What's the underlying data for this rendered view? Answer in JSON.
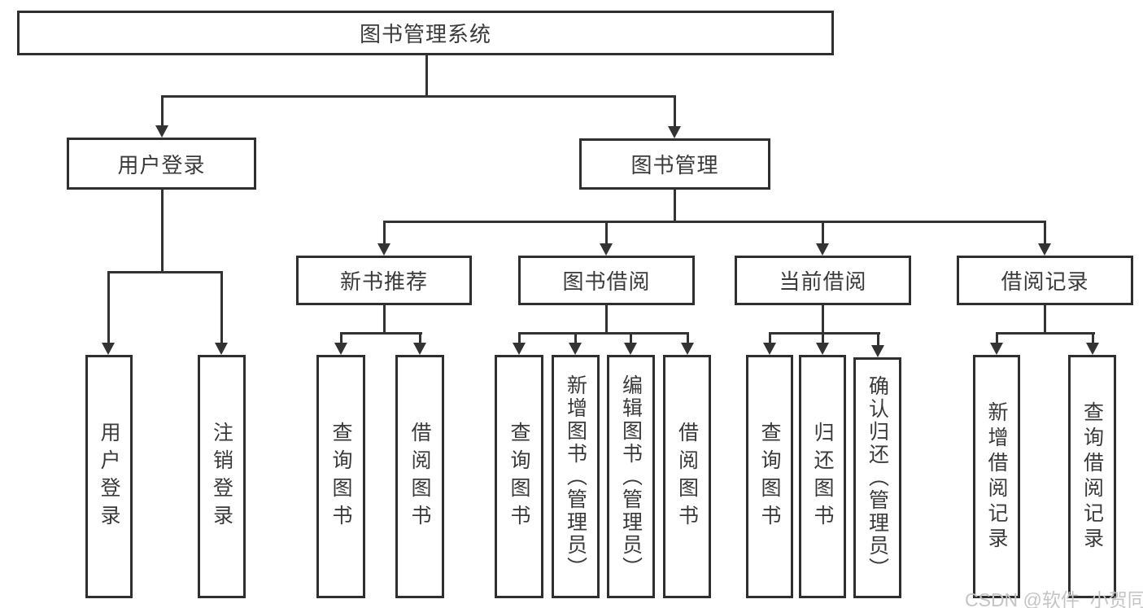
{
  "diagram": {
    "root": {
      "label": "图书管理系统"
    },
    "user_login": {
      "label": "用户登录",
      "children": {
        "login": {
          "label": "用户登录"
        },
        "logout": {
          "label": "注销登录"
        }
      }
    },
    "book_mgmt": {
      "label": "图书管理",
      "children": {
        "new_book": {
          "label": "新书推荐",
          "children": {
            "query": {
              "label": "查询图书"
            },
            "borrow": {
              "label": "借阅图书"
            }
          }
        },
        "book_borrow": {
          "label": "图书借阅",
          "children": {
            "query": {
              "label": "查询图书"
            },
            "add": {
              "label": "新增图书（管理员）"
            },
            "edit": {
              "label": "编辑图书（管理员）"
            },
            "borrow": {
              "label": "借阅图书"
            }
          }
        },
        "current_borrow": {
          "label": "当前借阅",
          "children": {
            "query": {
              "label": "查询图书"
            },
            "return": {
              "label": "归还图书"
            },
            "confirm": {
              "label": "确认归还（管理员）"
            }
          }
        },
        "borrow_record": {
          "label": "借阅记录",
          "children": {
            "add": {
              "label": "新增借阅记录"
            },
            "query": {
              "label": "查询借阅记录"
            }
          }
        }
      }
    }
  },
  "watermark": {
    "text": "CSDN @软件_小贺同学"
  },
  "colors": {
    "line": "#333333",
    "border": "#2f2f2f",
    "text": "#3a3a3a",
    "watermark": "#c4c4c4",
    "background": "#ffffff"
  }
}
